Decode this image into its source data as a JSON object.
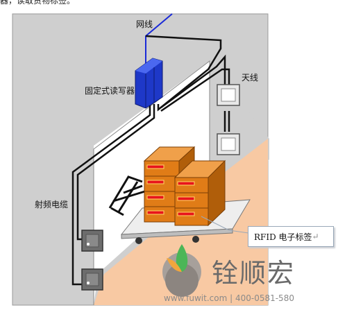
{
  "top_caption": "器，读取货物标签。",
  "labels": {
    "network_cable": "网线",
    "fixed_reader": "固定式读写器",
    "antenna": "天线",
    "rf_cable": "射频电缆"
  },
  "callout": {
    "text": "RFID 电子标签",
    "trailing_mark": "↵"
  },
  "watermark": {
    "brand_name": "铨顺宏",
    "url_phone": "www.fuwit.com | 400-0581-580"
  },
  "colors": {
    "wall": "#cfcfcf",
    "floor": "#f8c9a3",
    "doorway": "#ffffff",
    "reader": "#1e38c8",
    "cable": "#111111",
    "network_line": "#1a2ad8",
    "box": "#e07c17",
    "tag": "#e8141c"
  }
}
